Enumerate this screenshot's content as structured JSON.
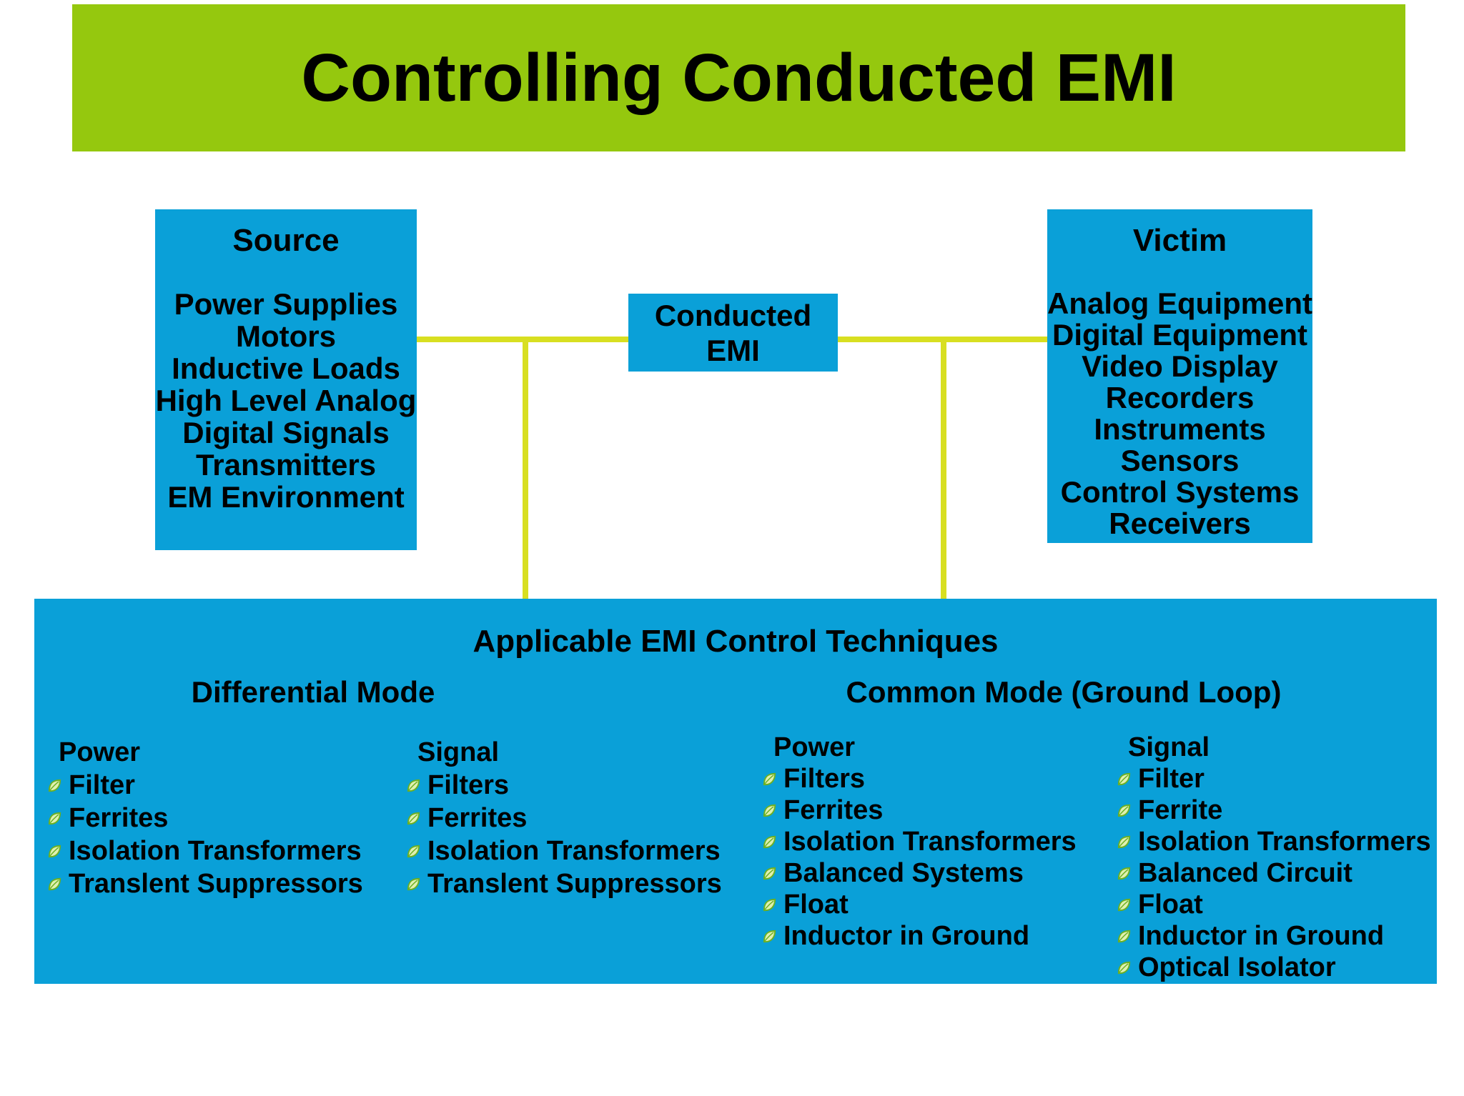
{
  "title": "Controlling Conducted EMI",
  "colors": {
    "banner_green": "#95C80E",
    "box_blue": "#0AA0D8",
    "connector_yellow": "#D8DF21",
    "bullet_green": "#6CB023",
    "text": "#000000"
  },
  "source_box": {
    "title": "Source",
    "items": [
      "Power Supplies",
      "Motors",
      "Inductive Loads",
      "High Level Analog",
      "Digital Signals",
      "Transmitters",
      "EM Environment"
    ]
  },
  "emi_box": {
    "line1": "Conducted",
    "line2": "EMI"
  },
  "victim_box": {
    "title": "Victim",
    "items": [
      "Analog Equipment",
      "Digital Equipment",
      "Video Display",
      "Recorders",
      "Instruments",
      "Sensors",
      "Control Systems",
      "Receivers"
    ]
  },
  "techniques": {
    "title": "Applicable EMI Control Techniques",
    "differential": {
      "title": "Differential Mode",
      "columns": [
        {
          "heading": "Power",
          "items": [
            "Filter",
            "Ferrites",
            "Isolation Transformers",
            "Translent Suppressors"
          ]
        },
        {
          "heading": "Signal",
          "items": [
            "Filters",
            "Ferrites",
            "Isolation Transformers",
            "Translent Suppressors"
          ]
        }
      ]
    },
    "common": {
      "title": "Common Mode (Ground Loop)",
      "columns": [
        {
          "heading": "Power",
          "items": [
            "Filters",
            "Ferrites",
            "Isolation Transformers",
            "Balanced Systems",
            "Float",
            "Inductor in Ground"
          ]
        },
        {
          "heading": "Signal",
          "items": [
            "Filter",
            "Ferrite",
            "Isolation Transformers",
            "Balanced Circuit",
            "Float",
            "Inductor in Ground",
            "Optical Isolator"
          ]
        }
      ]
    }
  }
}
